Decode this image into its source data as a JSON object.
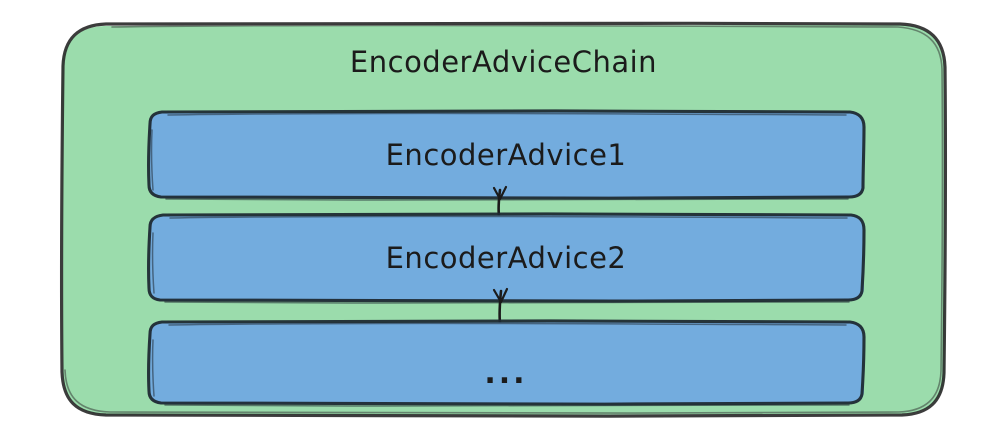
{
  "diagram": {
    "type": "nested-box-diagram",
    "container": {
      "label": "EncoderAdviceChain",
      "fill_color": "#9bdcac",
      "stroke_color": "#2b2b2b",
      "name": "encoder-advice-chain-container"
    },
    "nodes": [
      {
        "id": "advice-1",
        "label": "EncoderAdvice1",
        "fill_color": "#73acde",
        "stroke_color": "#1f2a33"
      },
      {
        "id": "advice-2",
        "label": "EncoderAdvice2",
        "fill_color": "#73acde",
        "stroke_color": "#1f2a33"
      },
      {
        "id": "advice-3",
        "label": "...",
        "fill_color": "#73acde",
        "stroke_color": "#1f2a33"
      }
    ],
    "connectors": [
      {
        "id": "connector-1-to-2",
        "from": "advice-1",
        "to": "advice-2",
        "style": "hand-drawn-line"
      },
      {
        "id": "connector-2-to-3",
        "from": "advice-2",
        "to": "advice-3",
        "style": "hand-drawn-line"
      }
    ],
    "style": {
      "rendering": "hand-drawn-sketch",
      "background_color": "#ffffff"
    }
  }
}
